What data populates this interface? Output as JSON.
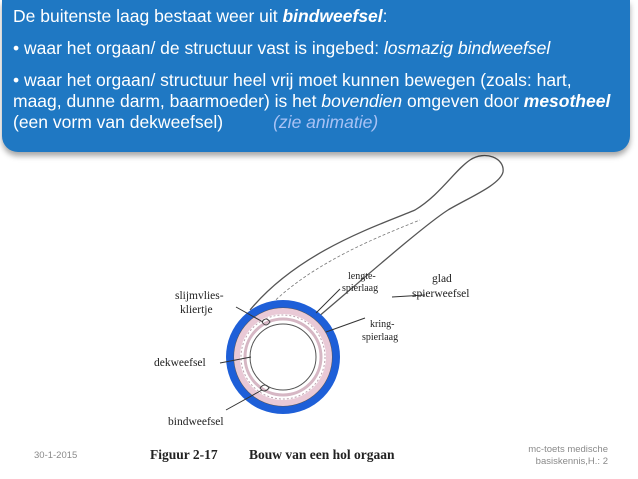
{
  "slide": {
    "intro": {
      "before": "De buitenste laag bestaat weer uit ",
      "term": "bindweefsel",
      "after": ":"
    },
    "bullet1": {
      "prefix": "• waar het orgaan/ de structuur vast is ingebed: ",
      "term": "losmazig bindweefsel"
    },
    "bullet2": {
      "text": "• waar het orgaan/ structuur heel vrij moet kunnen bewegen (zoals: hart, maag, dunne darm, baarmoeder) is het ",
      "term_bovendien": "bovendien",
      "mid": " omgeven door ",
      "term_mesotheel": "mesotheel",
      "after": "  (een vorm van dekweefsel)",
      "animation": "(zie animatie)"
    }
  },
  "figure": {
    "labels": {
      "slijmvlies_1": "slijmvlies-",
      "slijmvlies_2": "kliertje",
      "dekweefsel": "dekweefsel",
      "bindweefsel": "bindweefsel",
      "lengte_1": "lengte-",
      "lengte_2": "spierlaag",
      "kring_1": "kring-",
      "kring_2": "spierlaag",
      "glad": "glad",
      "spierweefsel": "spierweefsel"
    },
    "caption_number": "Figuur 2-17",
    "caption_title": "Bouw van een hol orgaan"
  },
  "footer": {
    "date": "30-1-2015",
    "source_line1": "mc-toets medische",
    "source_line2": "basiskennis,H.: 2"
  },
  "colors": {
    "header_bg": "#1f78c3",
    "header_text": "#ffffff",
    "animation_text": "#a9c2f4",
    "ring_blue": "#1e5fd8",
    "ring_pink": "#e9c9d6"
  }
}
